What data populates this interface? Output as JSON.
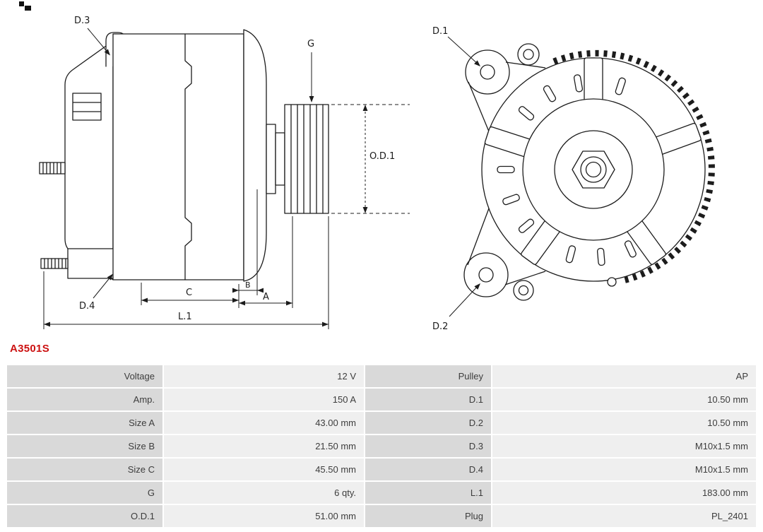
{
  "page": {
    "part_number": "A3501S",
    "accent_color": "#cc1111",
    "background": "#ffffff"
  },
  "diagrams": {
    "side_view": {
      "labels": {
        "d3": "D.3",
        "g": "G",
        "od1": "O.D.1",
        "d4": "D.4",
        "c": "C",
        "b": "B",
        "a": "A",
        "l1": "L.1"
      }
    },
    "front_view": {
      "labels": {
        "d1": "D.1",
        "d2": "D.2"
      }
    }
  },
  "spec_table": {
    "colors": {
      "label_bg": "#d9d9d9",
      "value_bg": "#efefef",
      "text": "#3d3d3d"
    },
    "rows": [
      {
        "label1": "Voltage",
        "value1": "12 V",
        "label2": "Pulley",
        "value2": "AP"
      },
      {
        "label1": "Amp.",
        "value1": "150 A",
        "label2": "D.1",
        "value2": "10.50 mm"
      },
      {
        "label1": "Size A",
        "value1": "43.00 mm",
        "label2": "D.2",
        "value2": "10.50 mm"
      },
      {
        "label1": "Size B",
        "value1": "21.50 mm",
        "label2": "D.3",
        "value2": "M10x1.5 mm"
      },
      {
        "label1": "Size C",
        "value1": "45.50 mm",
        "label2": "D.4",
        "value2": "M10x1.5 mm"
      },
      {
        "label1": "G",
        "value1": "6 qty.",
        "label2": "L.1",
        "value2": "183.00 mm"
      },
      {
        "label1": "O.D.1",
        "value1": "51.00 mm",
        "label2": "Plug",
        "value2": "PL_2401"
      }
    ]
  }
}
